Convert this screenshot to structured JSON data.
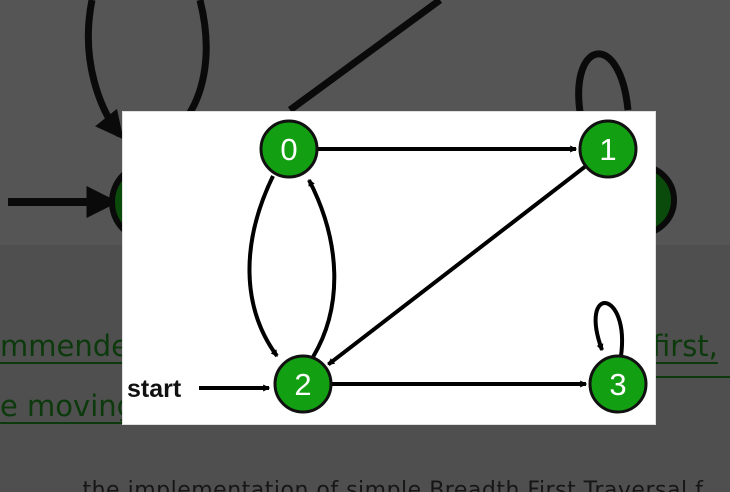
{
  "background_article": {
    "link_line_1_left": "mmended",
    "link_line_1_right": "first,",
    "link_line_2_left": "e moving",
    "body_text": "...the implementation of simple Breadth First Traversal f..."
  },
  "graph_figure": {
    "start_label": "start",
    "nodes": [
      {
        "id": "0",
        "label": "0"
      },
      {
        "id": "1",
        "label": "1"
      },
      {
        "id": "2",
        "label": "2"
      },
      {
        "id": "3",
        "label": "3"
      }
    ],
    "edges": [
      {
        "from": "0",
        "to": "1"
      },
      {
        "from": "0",
        "to": "2"
      },
      {
        "from": "2",
        "to": "0"
      },
      {
        "from": "1",
        "to": "2"
      },
      {
        "from": "2",
        "to": "3"
      },
      {
        "from": "3",
        "to": "3"
      }
    ],
    "colors": {
      "node_fill": "#12a012",
      "node_stroke": "#111111",
      "edge": "#000000",
      "background_overlay": "#4f4f4f",
      "link_text": "#0d3a0d"
    }
  }
}
